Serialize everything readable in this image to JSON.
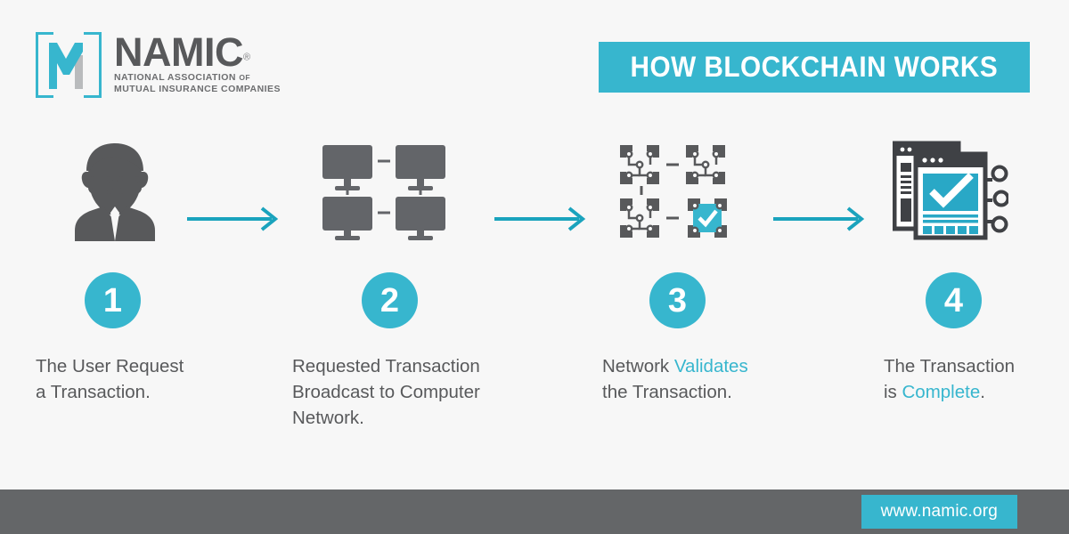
{
  "brand": {
    "logo_name": "NAMIC",
    "logo_registered": "®",
    "logo_sub_line1": "NATIONAL ASSOCIATION",
    "logo_sub_of": "OF",
    "logo_sub_line2": "MUTUAL INSURANCE COMPANIES"
  },
  "header": {
    "title": "HOW BLOCKCHAIN WORKS"
  },
  "colors": {
    "teal": "#37b6ce",
    "gray_text": "#58595b",
    "icon_gray": "#58595b",
    "footer_gray": "#646668",
    "background": "#f7f7f7"
  },
  "steps": [
    {
      "number": "1",
      "icon": "person-with-glasses-icon",
      "caption_parts": [
        {
          "text": "The User Request",
          "highlight": false
        },
        {
          "text": "a Transaction.",
          "highlight": false
        }
      ]
    },
    {
      "number": "2",
      "icon": "computer-network-icon",
      "caption_parts": [
        {
          "text": "Requested Transaction",
          "highlight": false
        },
        {
          "text": "Broadcast to Computer",
          "highlight": false
        },
        {
          "text": "Network.",
          "highlight": false
        }
      ]
    },
    {
      "number": "3",
      "icon": "block-network-validated-icon",
      "caption_parts": [
        {
          "text": "Network ",
          "highlight": false
        },
        {
          "text": "Validates",
          "highlight": true
        },
        {
          "text": "the Transaction.",
          "highlight": false
        }
      ]
    },
    {
      "number": "4",
      "icon": "documents-approved-icon",
      "caption_parts": [
        {
          "text": "The Transaction",
          "highlight": false
        },
        {
          "text": "is ",
          "highlight": false
        },
        {
          "text": "Complete",
          "highlight": true
        },
        {
          "text": ".",
          "highlight": false
        }
      ]
    }
  ],
  "arrows": [
    {
      "name": "arrow-step1-to-step2"
    },
    {
      "name": "arrow-step2-to-step3"
    },
    {
      "name": "arrow-step3-to-step4"
    }
  ],
  "footer": {
    "url": "www.namic.org"
  }
}
